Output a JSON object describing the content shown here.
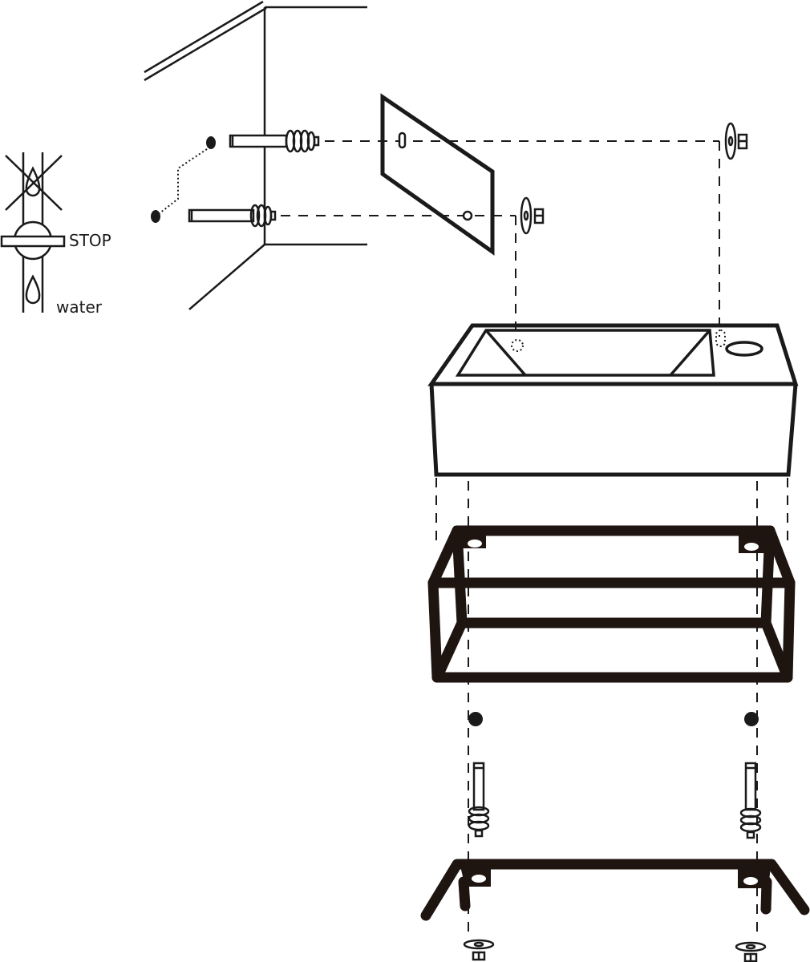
{
  "diagram": {
    "type": "installation-exploded-view",
    "subject": "wall-mounted sink with metal frame",
    "colors": {
      "line": "#1a1a1a",
      "frame": "#1e1410",
      "background": "#ffffff"
    },
    "water_symbol": {
      "stop_label": "STOP",
      "water_label": "water"
    },
    "components": [
      {
        "id": "wall",
        "label": "wall corner"
      },
      {
        "id": "wall-bolts",
        "count": 2
      },
      {
        "id": "mounting-plate"
      },
      {
        "id": "washer-nut",
        "count": 4
      },
      {
        "id": "sink-basin"
      },
      {
        "id": "metal-frame"
      },
      {
        "id": "frame-bolts",
        "count": 2
      },
      {
        "id": "bottom-bracket"
      }
    ]
  }
}
